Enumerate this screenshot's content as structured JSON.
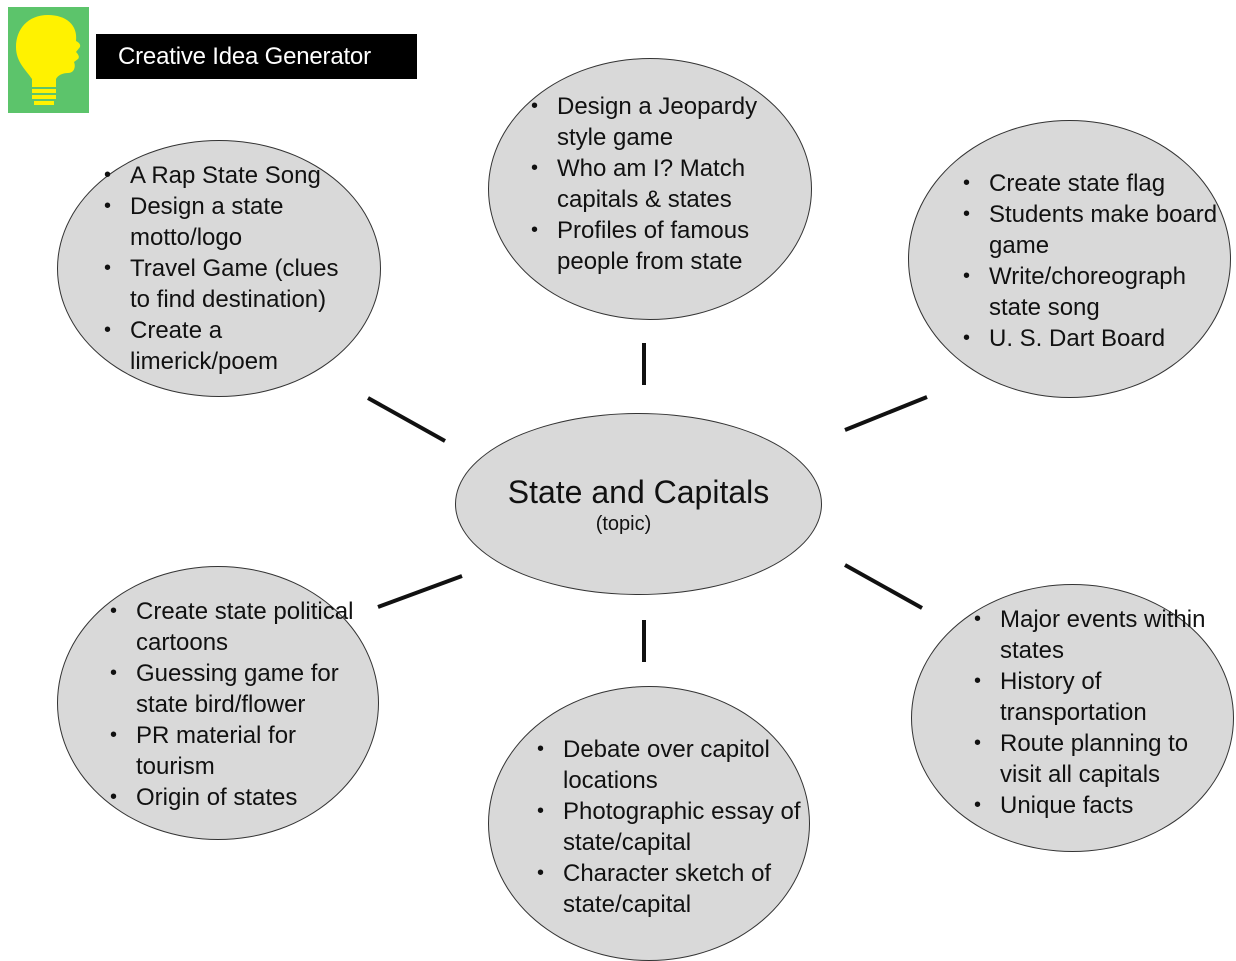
{
  "header": {
    "title": "Creative Idea Generator",
    "logo_icon": "lightbulb-head-icon",
    "logo_bg": "#5cc46b",
    "logo_fg": "#fff200"
  },
  "center": {
    "title": "State and Capitals",
    "subtitle": "(topic)"
  },
  "bubbles": {
    "top_left": {
      "items": [
        "A Rap State Song",
        "Design a state motto/logo",
        "Travel Game (clues to find destination)",
        "Create a limerick/poem"
      ]
    },
    "top_center": {
      "items": [
        "Design a Jeopardy style game",
        "Who am I? Match capitals & states",
        "Profiles of famous people from state"
      ]
    },
    "top_right": {
      "items": [
        "Create state flag",
        "Students make board game",
        "Write/choreograph state song",
        "U. S. Dart Board"
      ]
    },
    "bottom_left": {
      "items": [
        "Create state political cartoons",
        "Guessing game  for state bird/flower",
        "PR material for tourism",
        "Origin of states"
      ]
    },
    "bottom_center": {
      "items": [
        "Debate over capitol locations",
        "Photographic essay of state/capital",
        "Character sketch of state/capital"
      ]
    },
    "bottom_right": {
      "items": [
        "Major events within states",
        "History of transportation",
        "Route planning to visit all capitals",
        "Unique facts"
      ]
    }
  },
  "colors": {
    "bubble_fill": "#d9d9d9",
    "bubble_border": "#333333",
    "title_bar_bg": "#000000",
    "title_bar_text": "#ffffff"
  }
}
